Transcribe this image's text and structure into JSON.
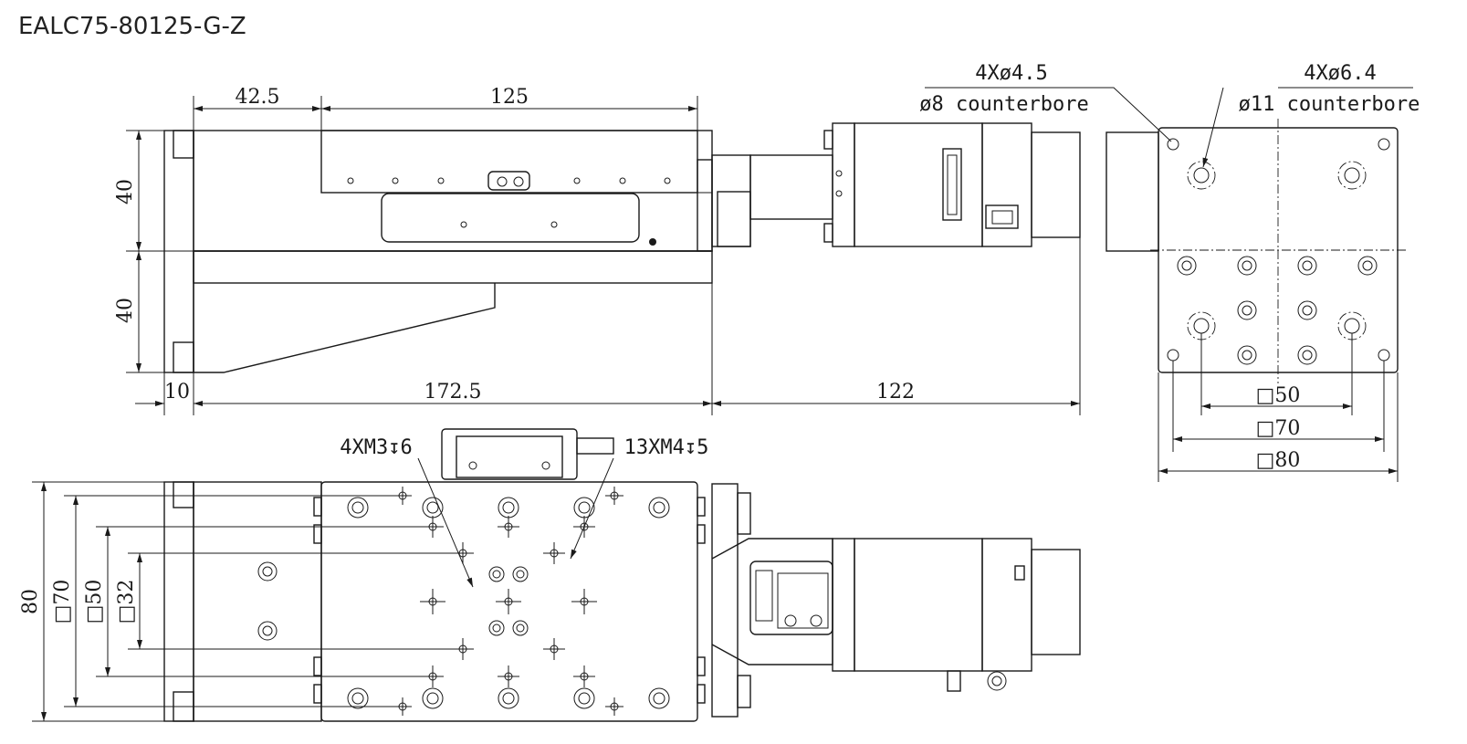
{
  "title": "EALC75-80125-G-Z",
  "top_view": {
    "dim_42_5": "42.5",
    "dim_125": "125",
    "dim_40_upper": "40",
    "dim_40_lower": "40",
    "dim_10": "10",
    "dim_172_5": "172.5",
    "dim_122": "122"
  },
  "side_view": {
    "hole_small": "4Xø4.5",
    "hole_small_cb": "ø8 counterbore",
    "hole_large": "4Xø6.4",
    "hole_large_cb": "ø11 counterbore",
    "sq_50": "□50",
    "sq_70": "□70",
    "sq_80": "□80"
  },
  "bottom_view": {
    "m3_callout": "4XM3↧6",
    "m4_callout": "13XM4↧5",
    "dim_80": "80",
    "sq_70": "□70",
    "sq_50": "□50",
    "sq_32": "□32"
  }
}
